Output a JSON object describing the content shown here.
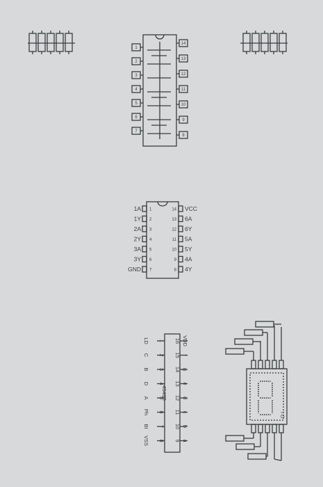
{
  "ic7404": {
    "left_pins": [
      {
        "name": "1A",
        "num": "1"
      },
      {
        "name": "1Y",
        "num": "2"
      },
      {
        "name": "2A",
        "num": "3"
      },
      {
        "name": "2Y",
        "num": "4"
      },
      {
        "name": "3A",
        "num": "5"
      },
      {
        "name": "3Y",
        "num": "6"
      },
      {
        "name": "GND",
        "num": "7"
      }
    ],
    "right_pins": [
      {
        "name": "VCC",
        "num": "14"
      },
      {
        "name": "6A",
        "num": "13"
      },
      {
        "name": "6Y",
        "num": "12"
      },
      {
        "name": "5A",
        "num": "11"
      },
      {
        "name": "5Y",
        "num": "10"
      },
      {
        "name": "4A",
        "num": "9"
      },
      {
        "name": "4Y",
        "num": "8"
      }
    ]
  },
  "ic4543": {
    "chip_label": "4543B",
    "top_nums": [
      "16",
      "15",
      "14",
      "13",
      "12",
      "11",
      "10",
      "9"
    ],
    "top_names": [
      "VDD",
      "f",
      "g",
      "e",
      "d",
      "c",
      "b",
      "a"
    ],
    "bottom_nums": [
      "1",
      "2",
      "3",
      "4",
      "5",
      "6",
      "7",
      "8"
    ],
    "bottom_names": [
      "LD",
      "C",
      "B",
      "D",
      "A",
      "Ph",
      "BI",
      "VSS"
    ]
  },
  "top_ic": {
    "top_pins": [
      "14",
      "13",
      "12",
      "11",
      "10",
      "9",
      "8"
    ],
    "bottom_pins": [
      "1",
      "2",
      "3",
      "4",
      "5",
      "6",
      "7"
    ]
  },
  "seven_seg": {
    "label": "7-Ö"
  }
}
